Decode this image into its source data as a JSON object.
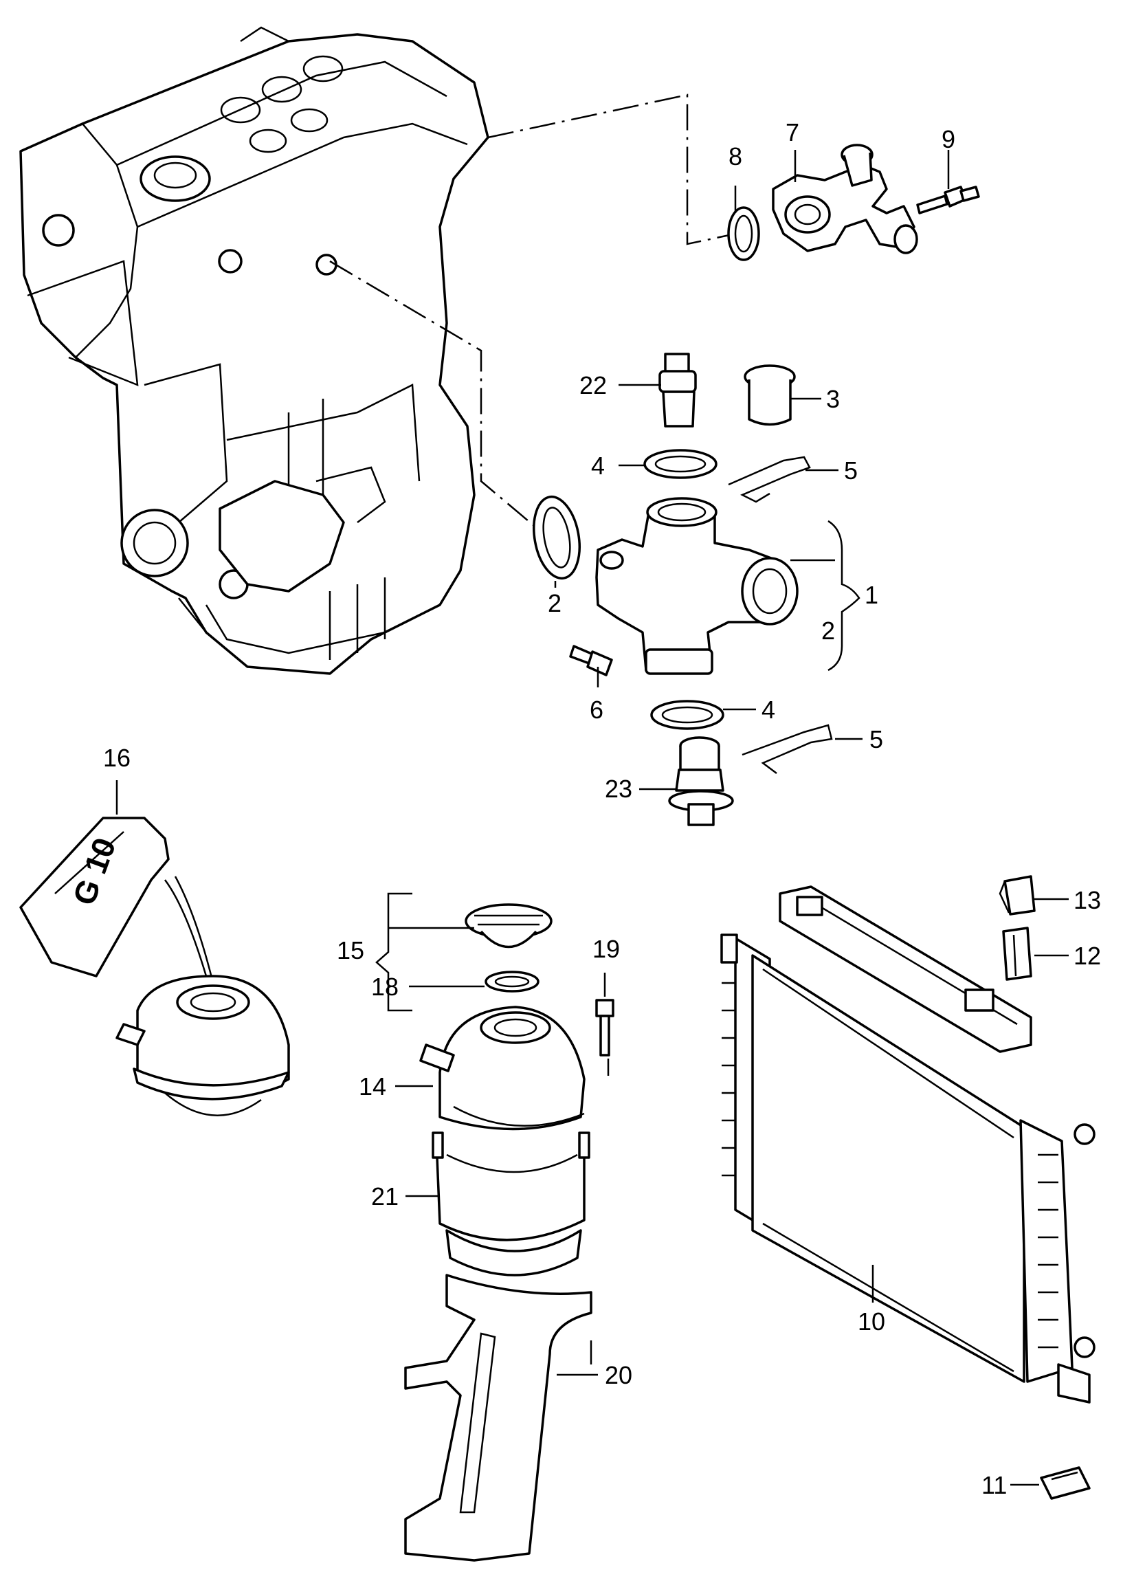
{
  "callouts": {
    "c1": "1",
    "c2a": "2",
    "c2b": "2",
    "c3": "3",
    "c4a": "4",
    "c4b": "4",
    "c5a": "5",
    "c5b": "5",
    "c6": "6",
    "c7": "7",
    "c8": "8",
    "c9": "9",
    "c10": "10",
    "c11": "11",
    "c12": "12",
    "c13": "13",
    "c14": "14",
    "c15": "15",
    "c16": "16",
    "c18": "18",
    "c19": "19",
    "c20": "20",
    "c21": "21",
    "c22": "22",
    "c23": "23"
  },
  "canister_marking": "G 10"
}
